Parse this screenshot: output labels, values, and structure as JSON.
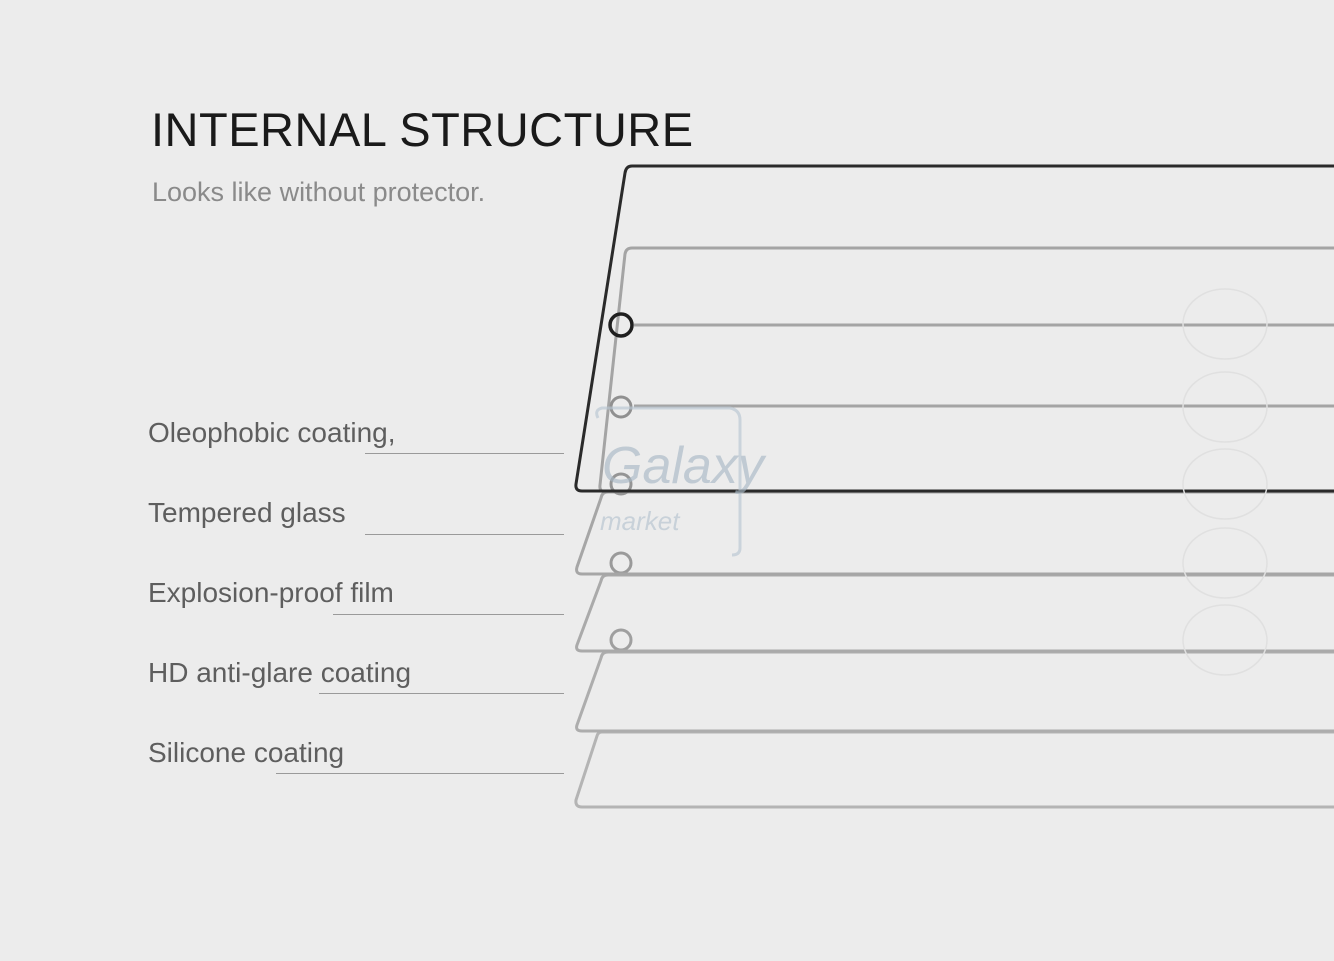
{
  "heading": {
    "title": "INTERNAL STRUCTURE",
    "subtitle": "Looks like without protector."
  },
  "layers": [
    {
      "label": "Oleophobic coating,"
    },
    {
      "label": "Tempered glass"
    },
    {
      "label": "Explosion-proof film"
    },
    {
      "label": "HD anti-glare coating"
    },
    {
      "label": "Silicone coating"
    }
  ],
  "watermark": {
    "text_main": "Galaxy",
    "text_sub": "market",
    "color": "#a9b9c6"
  },
  "colors": {
    "background": "#ececec",
    "title": "#1a1a1a",
    "subtitle": "#8a8a8a",
    "label": "#5e5e5e",
    "top_plate": "#2a2a2a",
    "lower_plates": "#a8a8a8"
  }
}
